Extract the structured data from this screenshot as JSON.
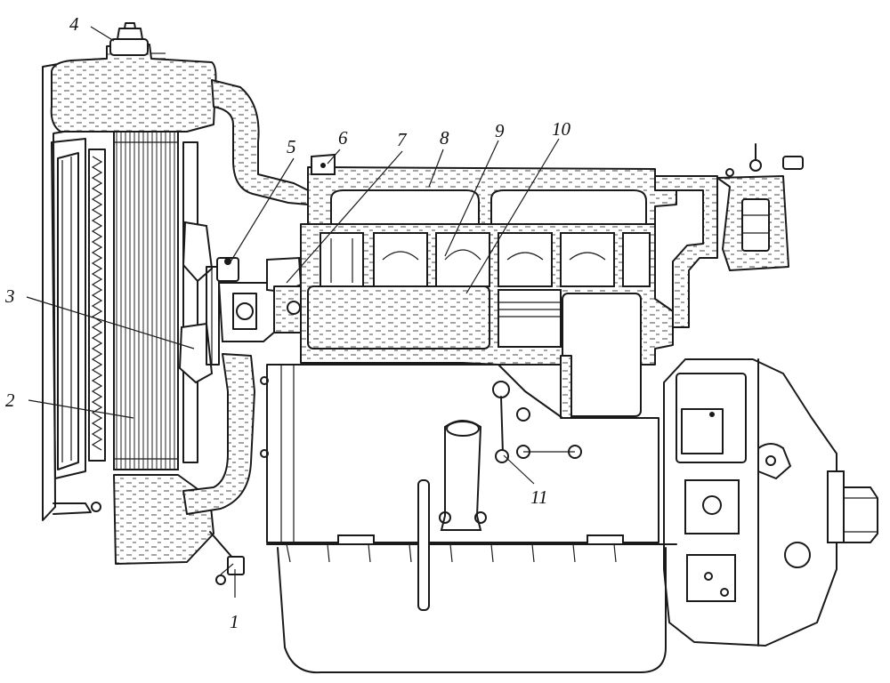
{
  "callouts": [
    {
      "id": "1",
      "label": "1"
    },
    {
      "id": "2",
      "label": "2"
    },
    {
      "id": "3",
      "label": "3"
    },
    {
      "id": "4",
      "label": "4"
    },
    {
      "id": "5",
      "label": "5"
    },
    {
      "id": "6",
      "label": "6"
    },
    {
      "id": "7",
      "label": "7"
    },
    {
      "id": "8",
      "label": "8"
    },
    {
      "id": "9",
      "label": "9"
    },
    {
      "id": "10",
      "label": "10"
    },
    {
      "id": "11",
      "label": "11"
    }
  ],
  "colors": {
    "ink": "#1a1a1a",
    "paper": "#ffffff"
  }
}
